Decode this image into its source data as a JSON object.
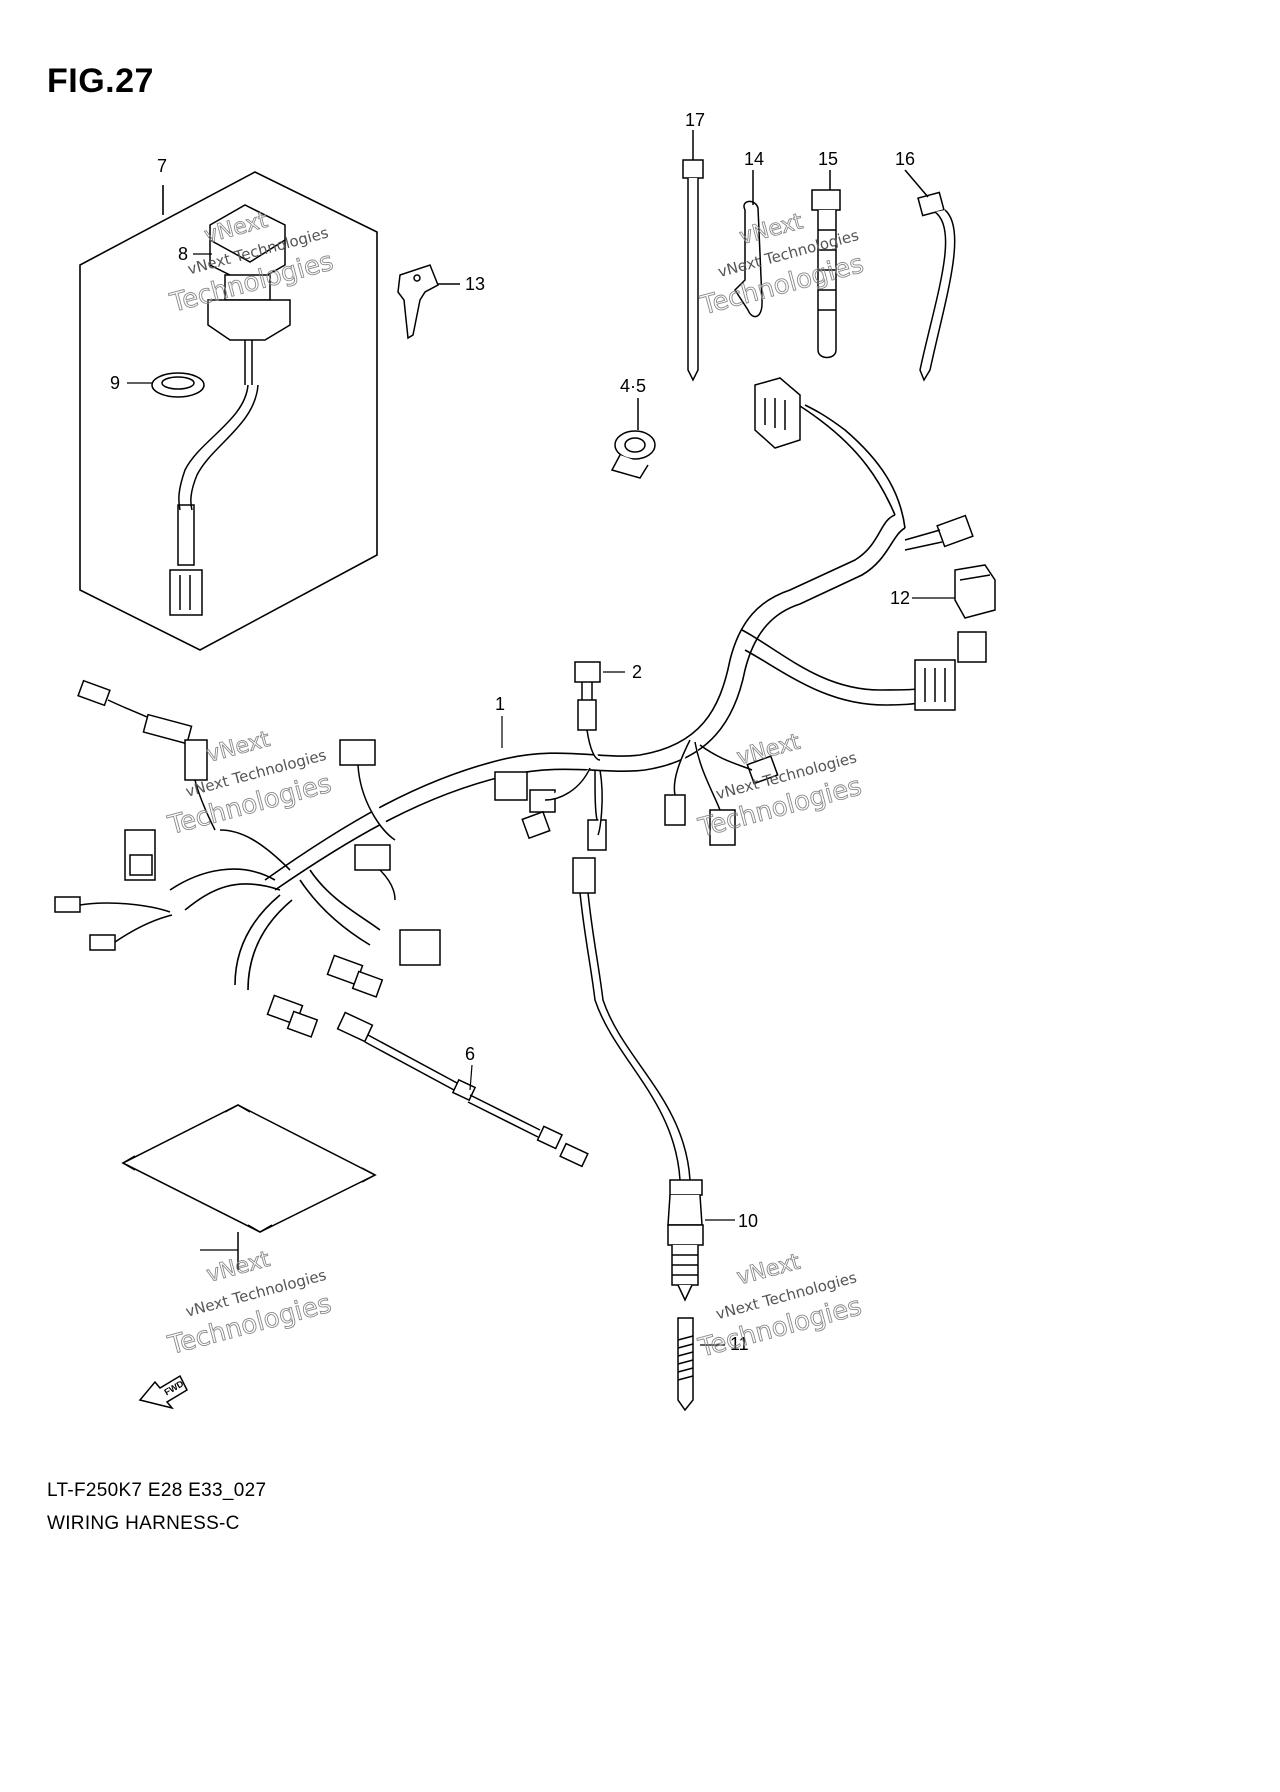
{
  "figure": {
    "title": "FIG.27",
    "model_code": "LT-F250K7  E28  E33_027",
    "name": "WIRING HARNESS-C"
  },
  "callouts": [
    "1",
    "2",
    "4-5",
    "6",
    "7",
    "8",
    "9",
    "10",
    "11",
    "12",
    "13",
    "14",
    "15",
    "16",
    "17"
  ],
  "callout_text": {
    "c1": "1",
    "c2": "2",
    "c45": "4·5",
    "c6": "6",
    "c7": "7",
    "c8": "8",
    "c9": "9",
    "c10": "10",
    "c11": "11",
    "c12": "12",
    "c13": "13",
    "c14": "14",
    "c15": "15",
    "c16": "16",
    "c17": "17"
  },
  "direction_label": "FWD",
  "watermark": {
    "line1": "vNext",
    "line2": "vNext Technologies",
    "line3": "Technologies"
  }
}
